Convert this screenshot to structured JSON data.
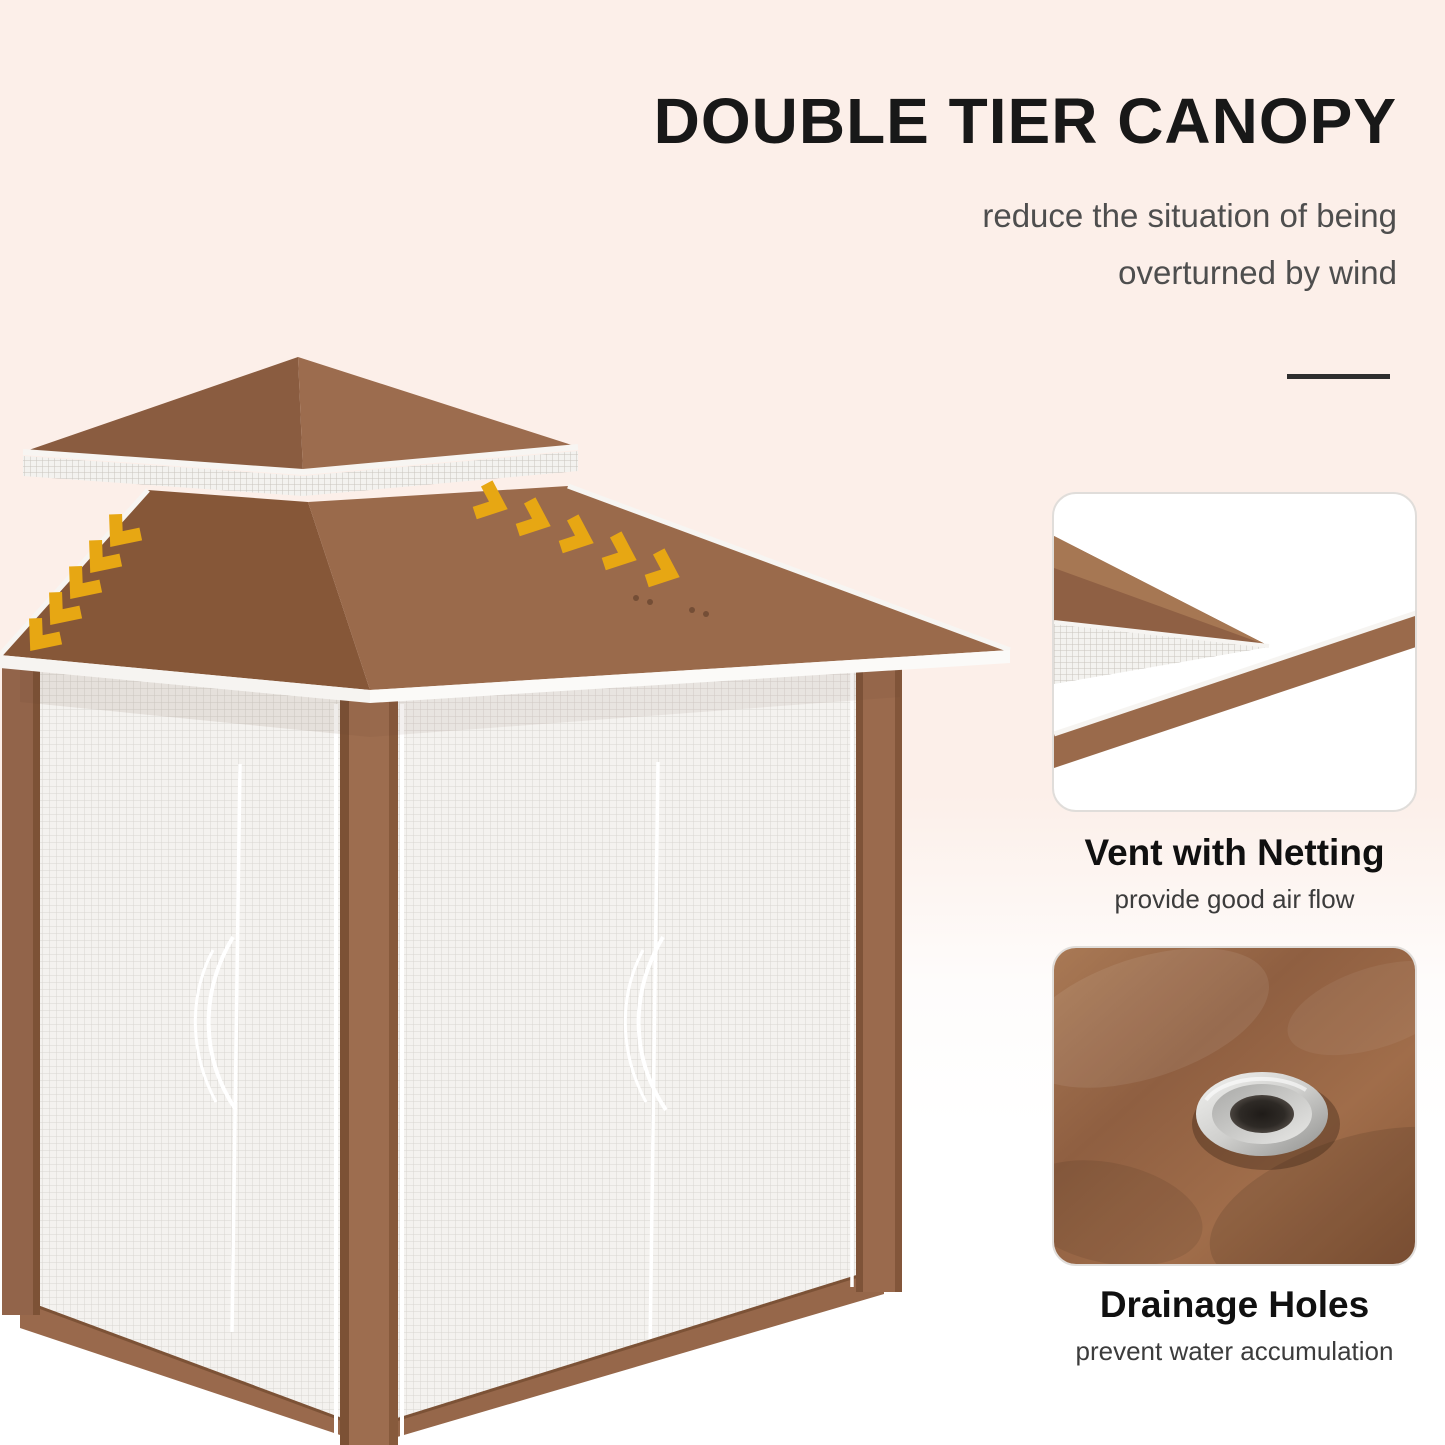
{
  "header": {
    "title": "DOUBLE TIER CANOPY",
    "subtitle_line1": "reduce the situation of being",
    "subtitle_line2": "overturned by wind"
  },
  "features": [
    {
      "title": "Vent with Netting",
      "subtitle": "provide good air flow"
    },
    {
      "title": "Drainage Holes",
      "subtitle": "prevent water accumulation"
    }
  ],
  "icons": {
    "airflow_arrows": "gold chevrons showing air flow over canopy",
    "vent_netting": "white mesh band between canopy tiers",
    "grommet": "metal drainage hole ring"
  },
  "colors": {
    "background_tint": "#FCEFE9",
    "canopy_brown": "#96674A",
    "canopy_brown_dark": "#865738",
    "arrow_gold": "#E7A713",
    "text_dark": "#181818",
    "text_gray": "#4E4E4E",
    "card_border": "#E0DDDA"
  }
}
